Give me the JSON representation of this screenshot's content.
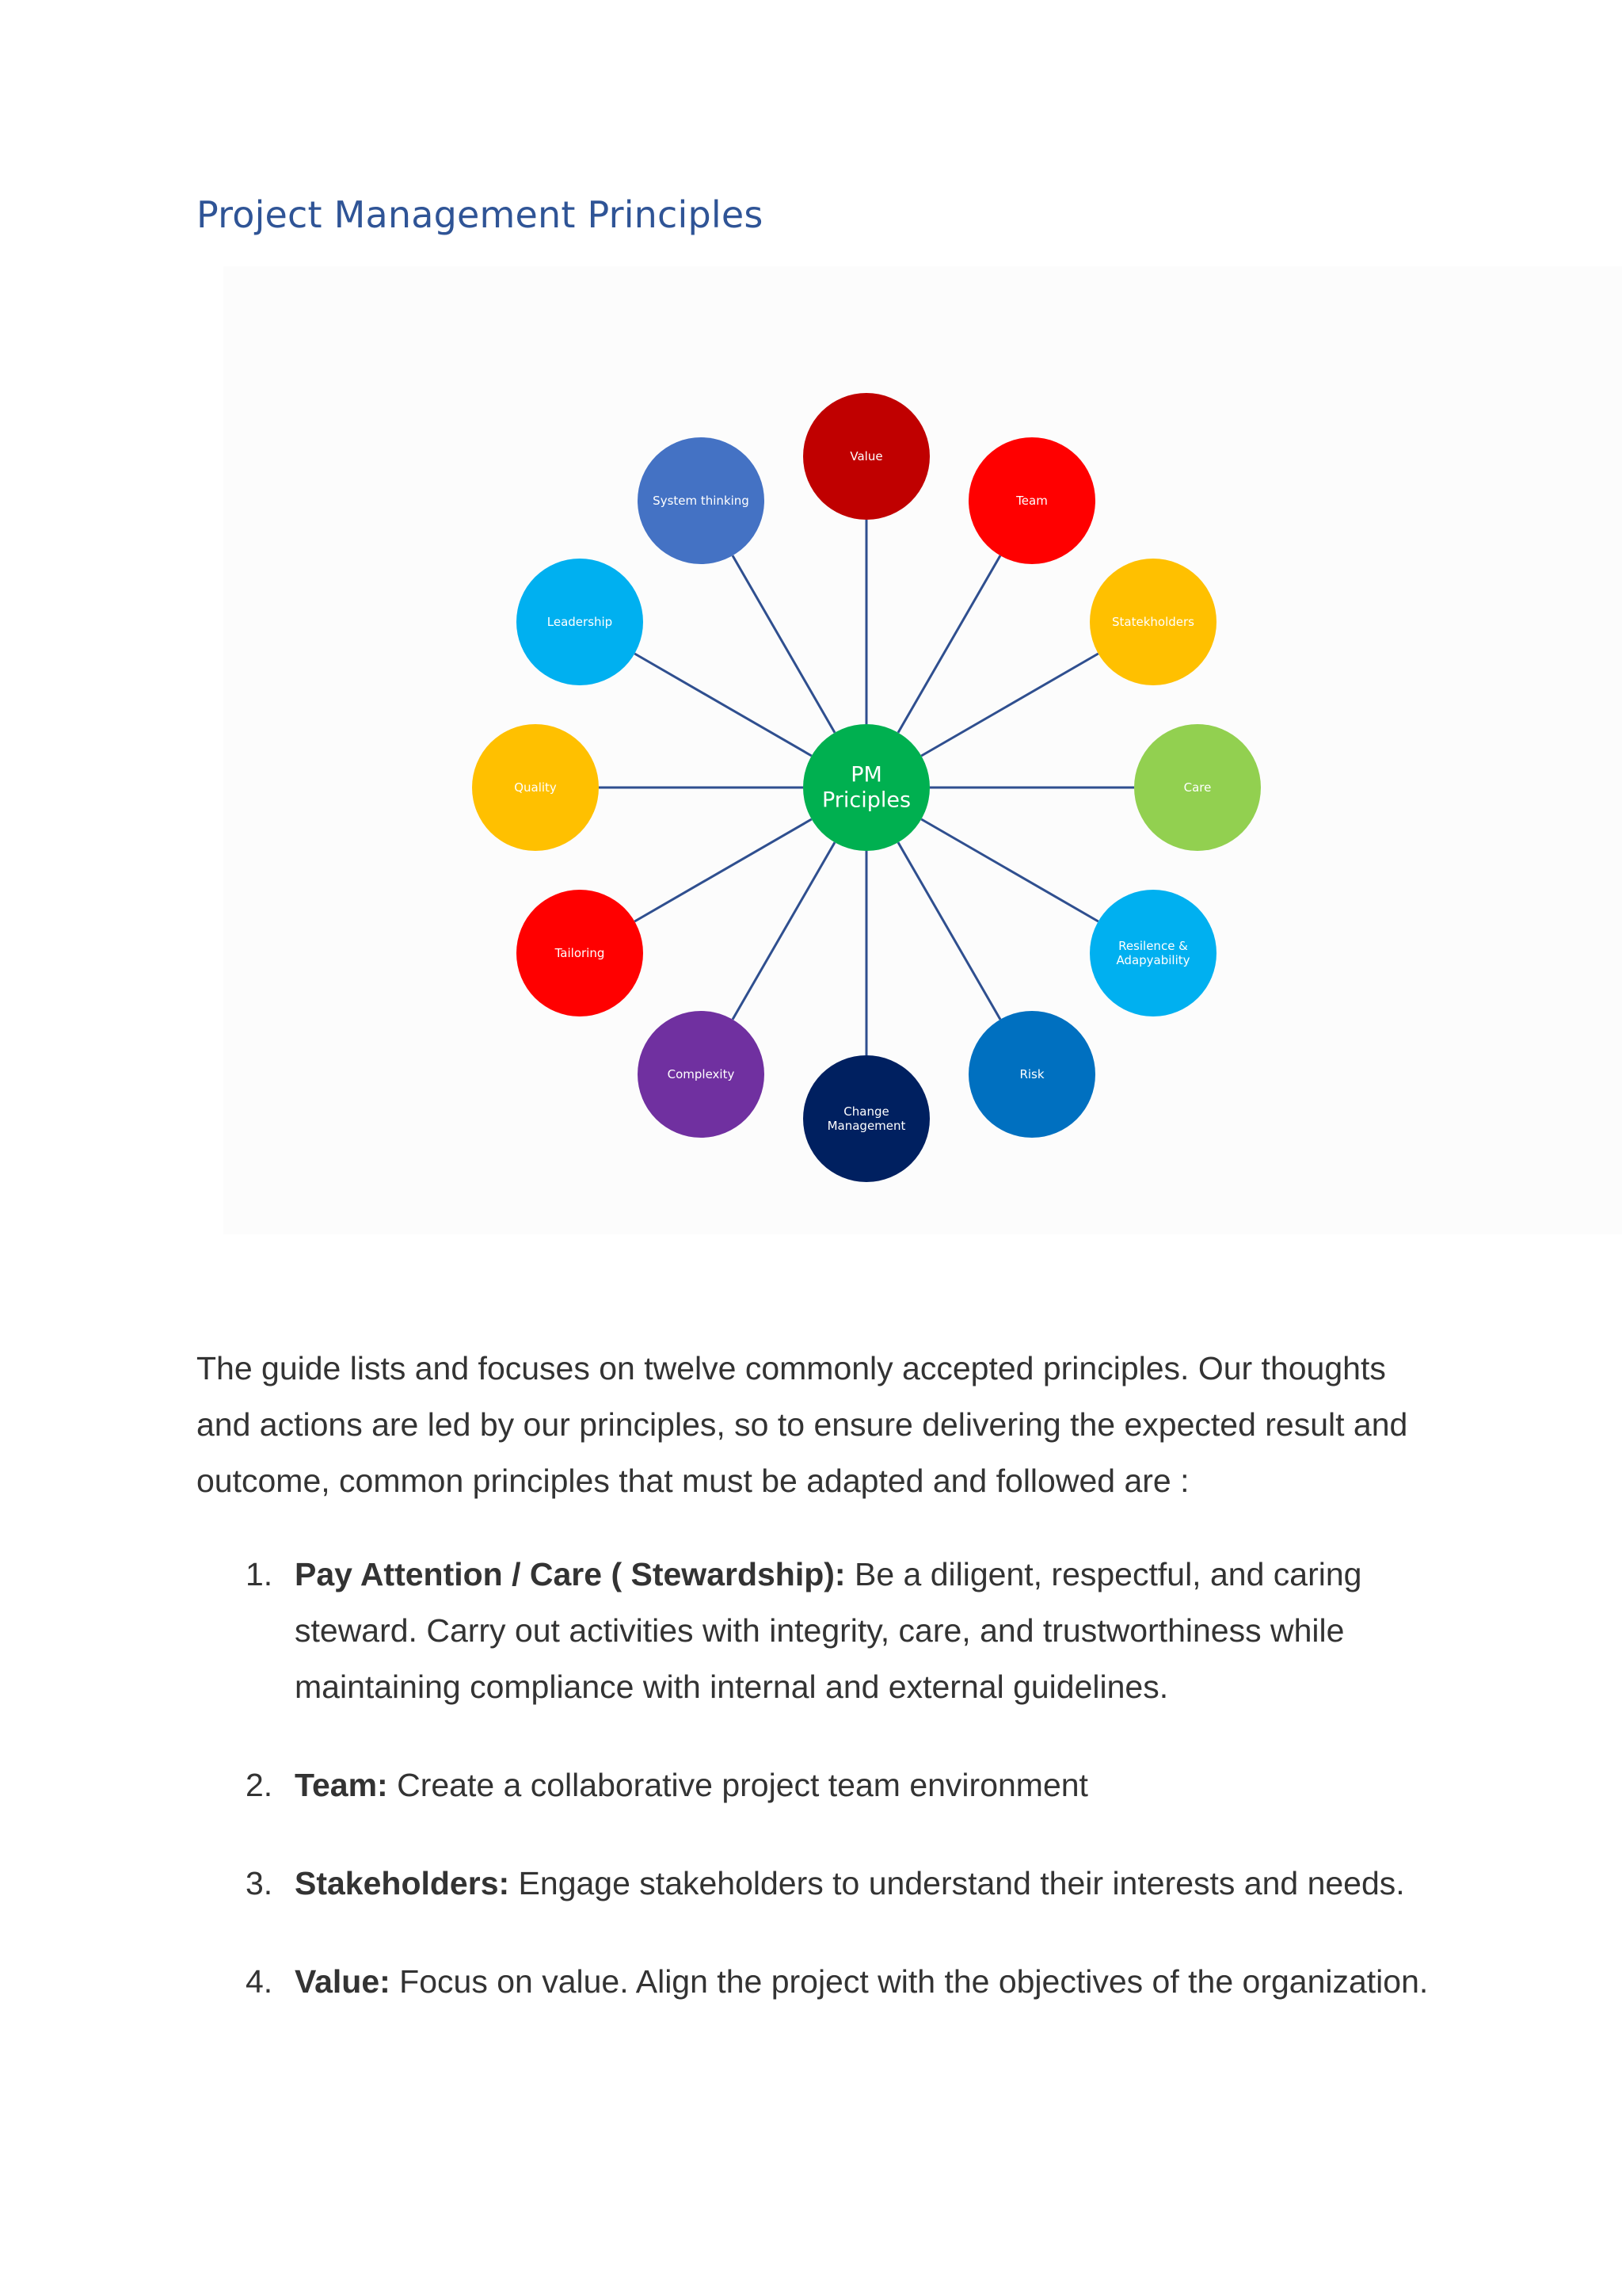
{
  "title": "Project Management Principles",
  "diagram": {
    "center": {
      "lines": [
        "PM",
        "Priciples"
      ],
      "color": "#00b050"
    },
    "line_color": "#2f4f8f",
    "nodes": [
      {
        "name": "value",
        "lines": [
          "Value"
        ],
        "color": "#c00000"
      },
      {
        "name": "team",
        "lines": [
          "Team"
        ],
        "color": "#ff0000"
      },
      {
        "name": "statekholders",
        "lines": [
          "Statekholders"
        ],
        "color": "#ffc000"
      },
      {
        "name": "care",
        "lines": [
          "Care"
        ],
        "color": "#92d050"
      },
      {
        "name": "resilience",
        "lines": [
          "Resilence &",
          "Adapyability"
        ],
        "color": "#00b0f0"
      },
      {
        "name": "risk",
        "lines": [
          "Risk"
        ],
        "color": "#0070c0"
      },
      {
        "name": "change-management",
        "lines": [
          "Change",
          "Management"
        ],
        "color": "#002060"
      },
      {
        "name": "complexity",
        "lines": [
          "Complexity"
        ],
        "color": "#7030a0"
      },
      {
        "name": "tailoring",
        "lines": [
          "Tailoring"
        ],
        "color": "#ff0000"
      },
      {
        "name": "quality",
        "lines": [
          "Quality"
        ],
        "color": "#ffc000"
      },
      {
        "name": "leadership",
        "lines": [
          "Leadership"
        ],
        "color": "#00b0f0"
      },
      {
        "name": "system-thinking",
        "lines": [
          "System thinking"
        ],
        "color": "#4472c4"
      }
    ]
  },
  "intro": "The guide lists and focuses on twelve commonly accepted principles. Our thoughts and actions are led by our principles, so to ensure delivering the expected result and outcome, common principles that must be adapted and followed are :",
  "principles": [
    {
      "num": "1.",
      "term": "Pay Attention / Care ( Stewardship):",
      "text": " Be a diligent, respectful, and caring steward. Carry out activities with integrity, care, and trustworthiness while maintaining compliance with internal and external guidelines."
    },
    {
      "num": "2.",
      "term": "Team:",
      "text": " Create a collaborative project team environment"
    },
    {
      "num": "3.",
      "term": "Stakeholders:",
      "text": " Engage stakeholders to understand their interests and needs."
    },
    {
      "num": "4.",
      "term": "Value:",
      "text": " Focus on value. Align the project with the objectives of the organization."
    }
  ]
}
